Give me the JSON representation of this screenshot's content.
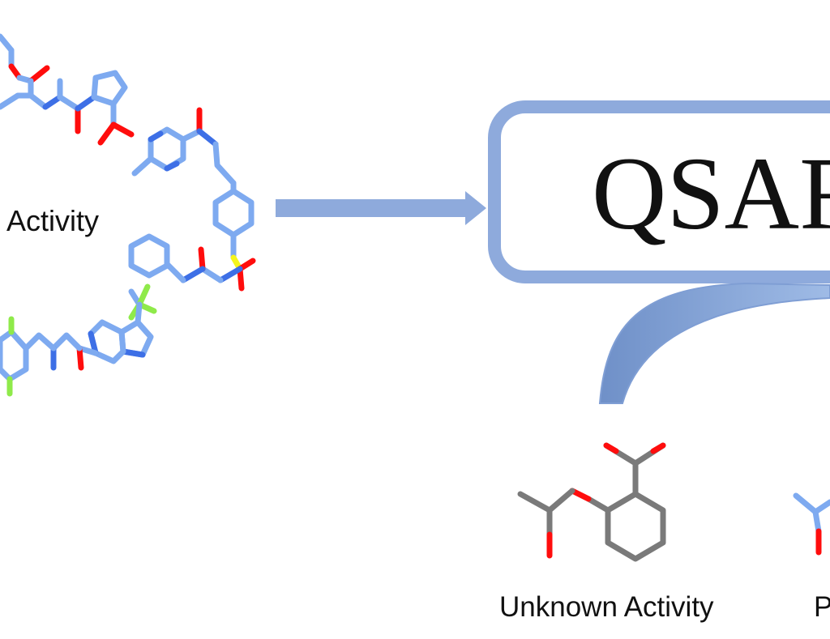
{
  "labels": {
    "known_activity": "Activity",
    "model": "QSAR",
    "unknown_activity": "Unknown Activity",
    "partial_right": "P"
  },
  "colors": {
    "carbon_training": "#7eaaf0",
    "carbon_query": "#7a7a7a",
    "nitrogen": "#3d6fe6",
    "oxygen": "#ff0d0d",
    "sulfur": "#f5f51c",
    "fluorine": "#8fea4a",
    "arrow": "#8eaadc",
    "box_border": "#8eaadc"
  }
}
